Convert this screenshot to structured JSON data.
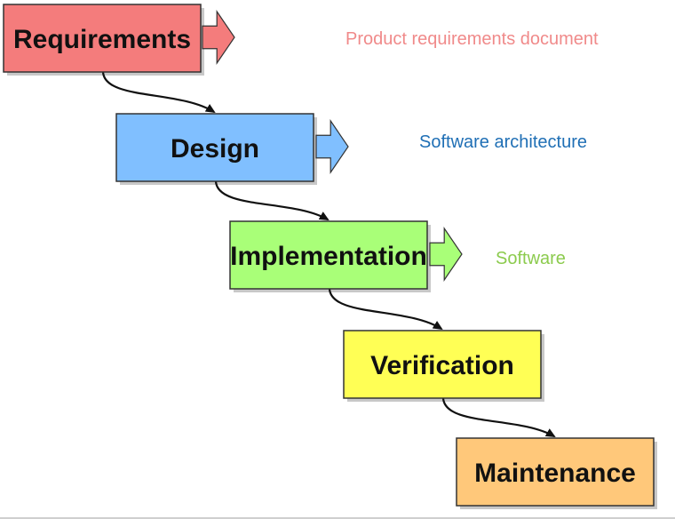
{
  "diagram": {
    "stages": [
      {
        "key": "requirements",
        "label": "Requirements",
        "fill": "#F47C7C",
        "output": {
          "label": "Product requirements document",
          "color": "#F08A8A"
        }
      },
      {
        "key": "design",
        "label": "Design",
        "fill": "#80BFFF",
        "output": {
          "label": "Software architecture",
          "color": "#1F6FB5"
        }
      },
      {
        "key": "implementation",
        "label": "Implementation",
        "fill": "#A9FF78",
        "output": {
          "label": "Software",
          "color": "#8CCB4E"
        }
      },
      {
        "key": "verification",
        "label": "Verification",
        "fill": "#FFFF55",
        "output": null
      },
      {
        "key": "maintenance",
        "label": "Maintenance",
        "fill": "#FFC87A",
        "output": null
      }
    ],
    "colors": {
      "box_stroke": "#333333",
      "connector": "#111111",
      "shadow": "#9a9a9a"
    }
  }
}
